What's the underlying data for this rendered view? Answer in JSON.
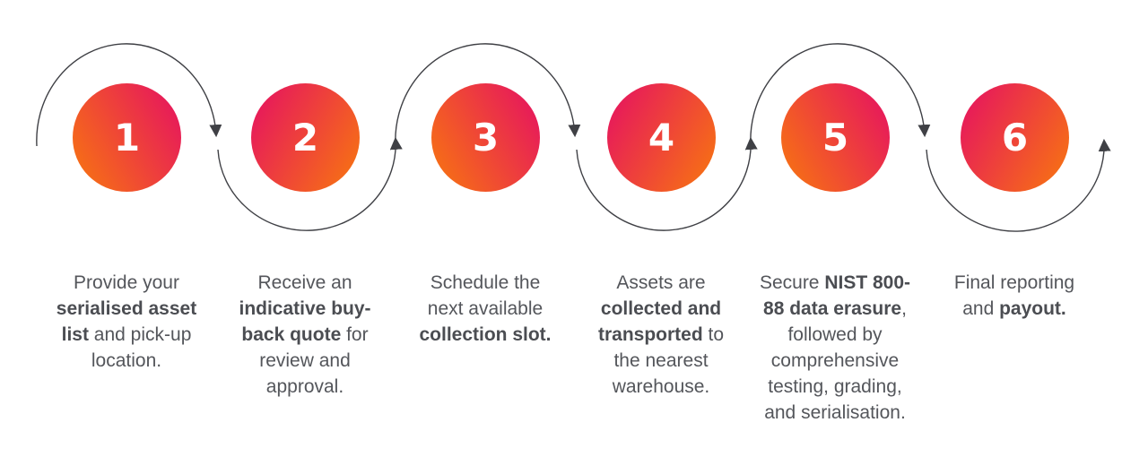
{
  "diagram": {
    "type": "process-flow",
    "colors": {
      "gradient_orange": "#F8780E",
      "gradient_pink": "#E50F63",
      "arrow_line": "#3F4045",
      "body_text": "#54565B",
      "number_text": "#FFFFFF"
    },
    "steps": [
      {
        "number": "1",
        "lines": [
          [
            {
              "t": "Provide your",
              "b": false
            }
          ],
          [
            {
              "t": "serialised asset",
              "b": true
            }
          ],
          [
            {
              "t": "list",
              "b": true
            },
            {
              "t": " and pick-up",
              "b": false
            }
          ],
          [
            {
              "t": "location.",
              "b": false
            }
          ]
        ]
      },
      {
        "number": "2",
        "lines": [
          [
            {
              "t": "Receive an",
              "b": false
            }
          ],
          [
            {
              "t": "indicative buy-",
              "b": true
            }
          ],
          [
            {
              "t": "back quote",
              "b": true
            },
            {
              "t": " for",
              "b": false
            }
          ],
          [
            {
              "t": "review and",
              "b": false
            }
          ],
          [
            {
              "t": "approval.",
              "b": false
            }
          ]
        ]
      },
      {
        "number": "3",
        "lines": [
          [
            {
              "t": "Schedule the",
              "b": false
            }
          ],
          [
            {
              "t": "next available",
              "b": false
            }
          ],
          [
            {
              "t": "collection slot.",
              "b": true
            }
          ]
        ]
      },
      {
        "number": "4",
        "lines": [
          [
            {
              "t": "Assets are",
              "b": false
            }
          ],
          [
            {
              "t": "collected and",
              "b": true
            }
          ],
          [
            {
              "t": "transported",
              "b": true
            },
            {
              "t": " to",
              "b": false
            }
          ],
          [
            {
              "t": "the nearest",
              "b": false
            }
          ],
          [
            {
              "t": "warehouse.",
              "b": false
            }
          ]
        ]
      },
      {
        "number": "5",
        "lines": [
          [
            {
              "t": "Secure ",
              "b": false
            },
            {
              "t": "NIST 800-",
              "b": true
            }
          ],
          [
            {
              "t": "88 data erasure",
              "b": true
            },
            {
              "t": ",",
              "b": false
            }
          ],
          [
            {
              "t": "followed by",
              "b": false
            }
          ],
          [
            {
              "t": "comprehensive",
              "b": false
            }
          ],
          [
            {
              "t": "testing, grading,",
              "b": false
            }
          ],
          [
            {
              "t": "and serialisation.",
              "b": false
            }
          ]
        ]
      },
      {
        "number": "6",
        "lines": [
          [
            {
              "t": "Final reporting",
              "b": false
            }
          ],
          [
            {
              "t": "and ",
              "b": false
            },
            {
              "t": "payout.",
              "b": true
            }
          ]
        ]
      }
    ]
  }
}
